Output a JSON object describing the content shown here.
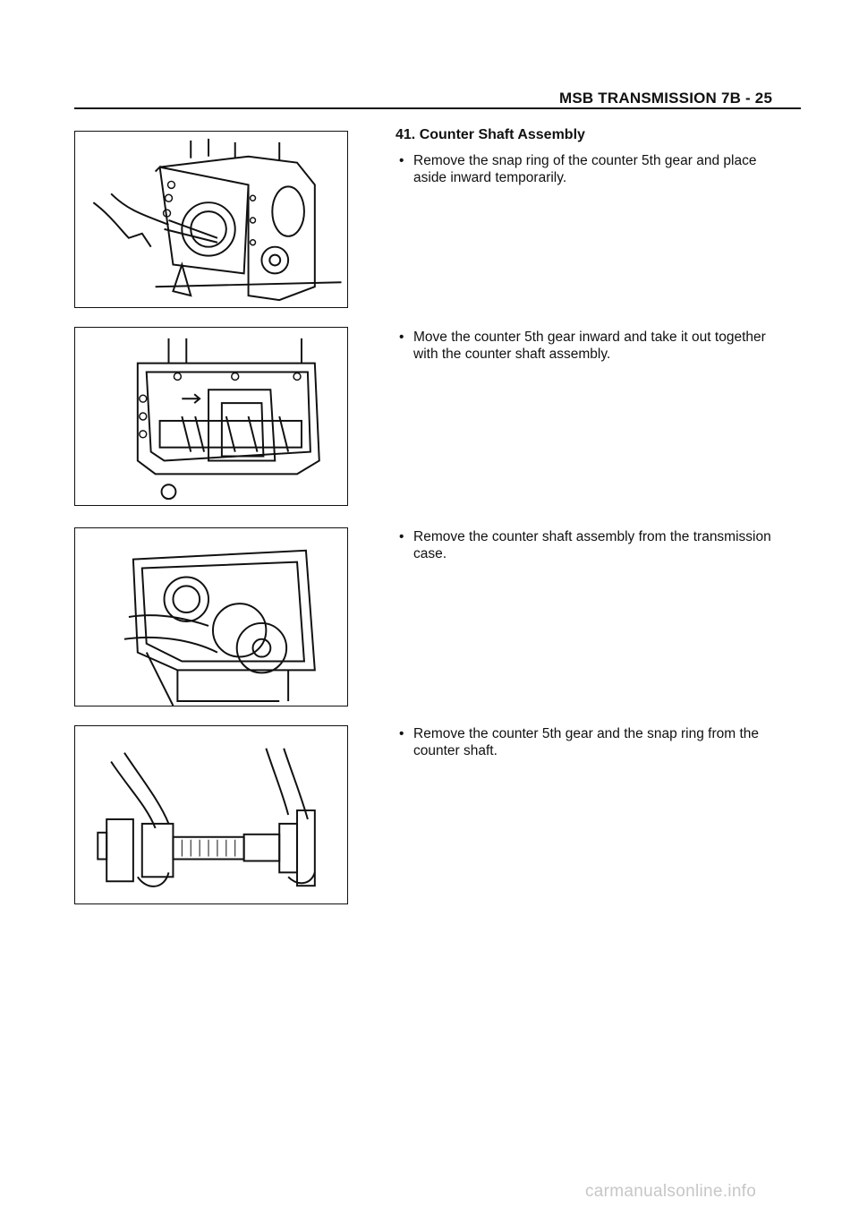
{
  "header": {
    "title": "MSB TRANSMISSION  7B - 25"
  },
  "section": {
    "title": "41. Counter Shaft Assembly"
  },
  "steps": [
    {
      "bullet": "•",
      "text": "Remove the snap ring of the counter 5th gear and place aside inward temporarily."
    },
    {
      "bullet": "•",
      "text": "Move the counter 5th gear inward and take it out together with the counter shaft assembly."
    },
    {
      "bullet": "•",
      "text": "Remove the counter shaft assembly from the transmission case."
    },
    {
      "bullet": "•",
      "text": "Remove the counter 5th gear and the snap ring from the counter shaft."
    }
  ],
  "watermark": {
    "text": "carmanualsonline.info"
  }
}
